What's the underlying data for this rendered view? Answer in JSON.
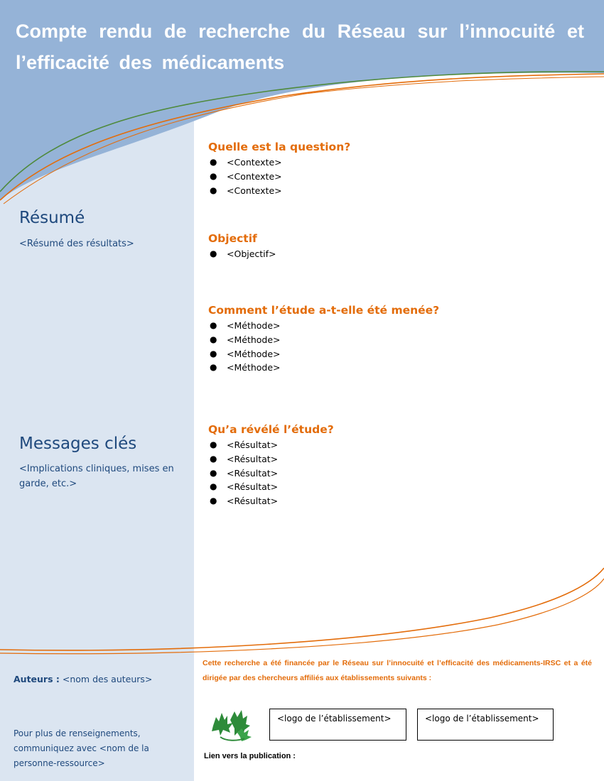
{
  "header": {
    "title_line1": "Compte rendu de recherche du Réseau sur l’innocuité et",
    "title_line2": "l’efficacité des médicaments"
  },
  "sidebar": {
    "summary_heading": "Résumé",
    "summary_text": "<Résumé des résultats>",
    "key_messages_heading": "Messages  clés",
    "key_messages_text": "<Implications cliniques, mises en garde, etc.>",
    "authors_label": "Auteurs :",
    "authors_value": "<nom des auteurs>",
    "contact_text": "Pour plus de renseignements, communiquez avec <nom de la personne-ressource>"
  },
  "sections": {
    "question": {
      "heading": "Quelle est la question?",
      "items": [
        "<Contexte>",
        "<Contexte>",
        "<Contexte>"
      ]
    },
    "objective": {
      "heading": "Objectif",
      "items": [
        "<Objectif>"
      ]
    },
    "method": {
      "heading": "Comment l’étude a-t-elle été menée?",
      "items": [
        "<Méthode>",
        "<Méthode>",
        "<Méthode>",
        "<Méthode>"
      ]
    },
    "results": {
      "heading": "Qu’a révélé l’étude?",
      "items": [
        "<Résultat>",
        "<Résultat>",
        "<Résultat>",
        "<Résultat>",
        "<Résultat>"
      ]
    }
  },
  "footer": {
    "funding_text": "Cette recherche a été financée par le Réseau sur l’innocuité et l’efficacité des médicaments-IRSC et a été dirigée par des chercheurs affiliés aux établissements suivants :",
    "logo_placeholder_1": "<logo de l’établissement>",
    "logo_placeholder_2": "<logo de l’établissement>",
    "link_label": "Lien vers la publication :"
  },
  "colors": {
    "header_blue": "#95b3d7",
    "sidebar_blue": "#dbe5f1",
    "heading_navy": "#1f497d",
    "accent_orange": "#e36c0a",
    "swoosh_green": "#4f8a3c"
  },
  "icons": {
    "bullet": "bullet-icon",
    "network_logo": "maple-leaf-network-logo"
  }
}
